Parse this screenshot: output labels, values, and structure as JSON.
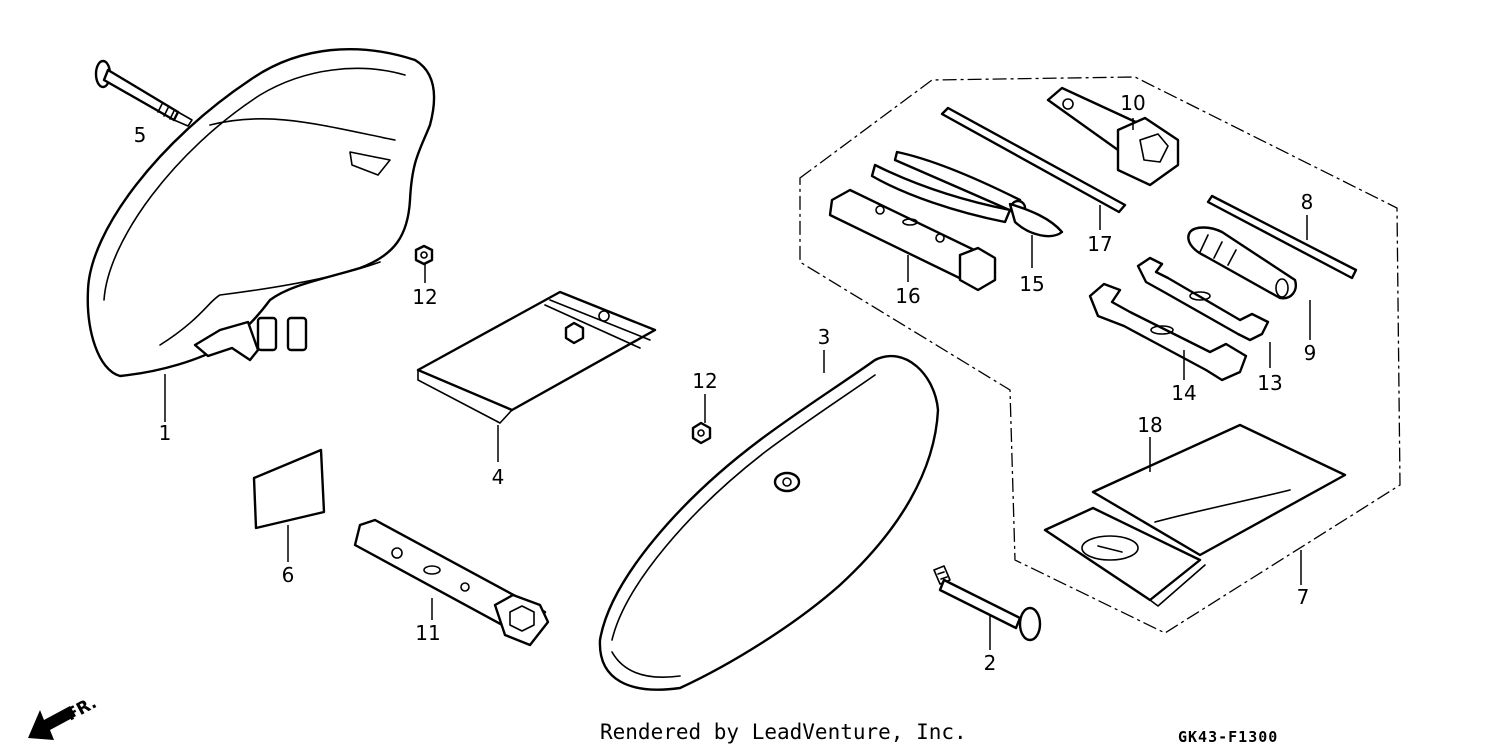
{
  "callouts": {
    "c1": "1",
    "c2": "2",
    "c3": "3",
    "c4": "4",
    "c5": "5",
    "c6": "6",
    "c7": "7",
    "c8": "8",
    "c9": "9",
    "c10": "10",
    "c11": "11",
    "c12a": "12",
    "c12b": "12",
    "c13": "13",
    "c14": "14",
    "c15": "15",
    "c16": "16",
    "c17": "17",
    "c18": "18"
  },
  "footer": {
    "credit": "Rendered by LeadVenture, Inc.",
    "code": "GK43-F1300"
  },
  "direction": {
    "label": "FR."
  },
  "colors": {
    "line": "#000000",
    "background": "#ffffff"
  }
}
